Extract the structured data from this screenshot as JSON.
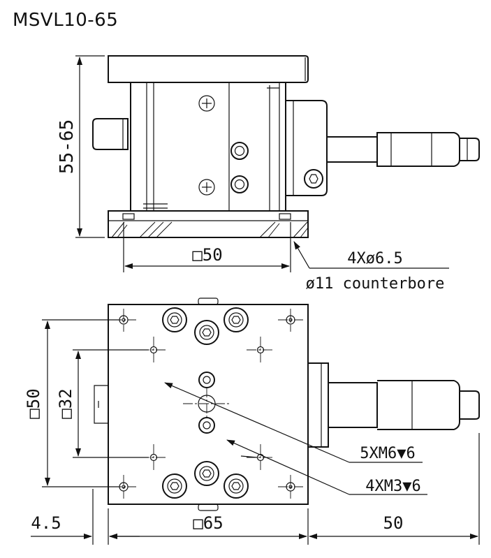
{
  "title": "MSVL10-65",
  "dimensions": {
    "height_range": "55-65",
    "bottom_square": "□50",
    "hole_spec_line1": "4Xø6.5",
    "hole_spec_line2": "ø11 counterbore",
    "plate_square": "□50",
    "hole_spacing_square": "□32",
    "tapped_m6": "5XM6▼6",
    "tapped_m3": "4XM3▼6",
    "left_offset": "4.5",
    "plate_width": "□65",
    "micrometer_extension": "50"
  }
}
